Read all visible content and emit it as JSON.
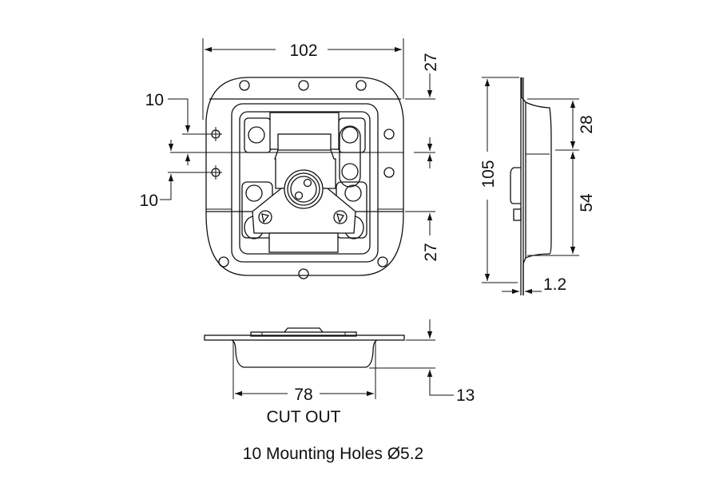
{
  "drawing": {
    "subject": "recessed butterfly latch",
    "front_view": {
      "width_dim": "102",
      "top_offset_dim": "27",
      "bottom_offset_dim": "27",
      "hole_offset_upper": "10",
      "hole_offset_lower": "10"
    },
    "side_view": {
      "height_dim": "105",
      "upper_depth_dim": "28",
      "lower_depth_dim": "54",
      "thickness_dim": "1.2"
    },
    "bottom_view": {
      "cutout_width_dim": "78",
      "depth_dim": "13",
      "cutout_label": "CUT OUT"
    },
    "footnote": "10 Mounting Holes Ø5.2"
  }
}
